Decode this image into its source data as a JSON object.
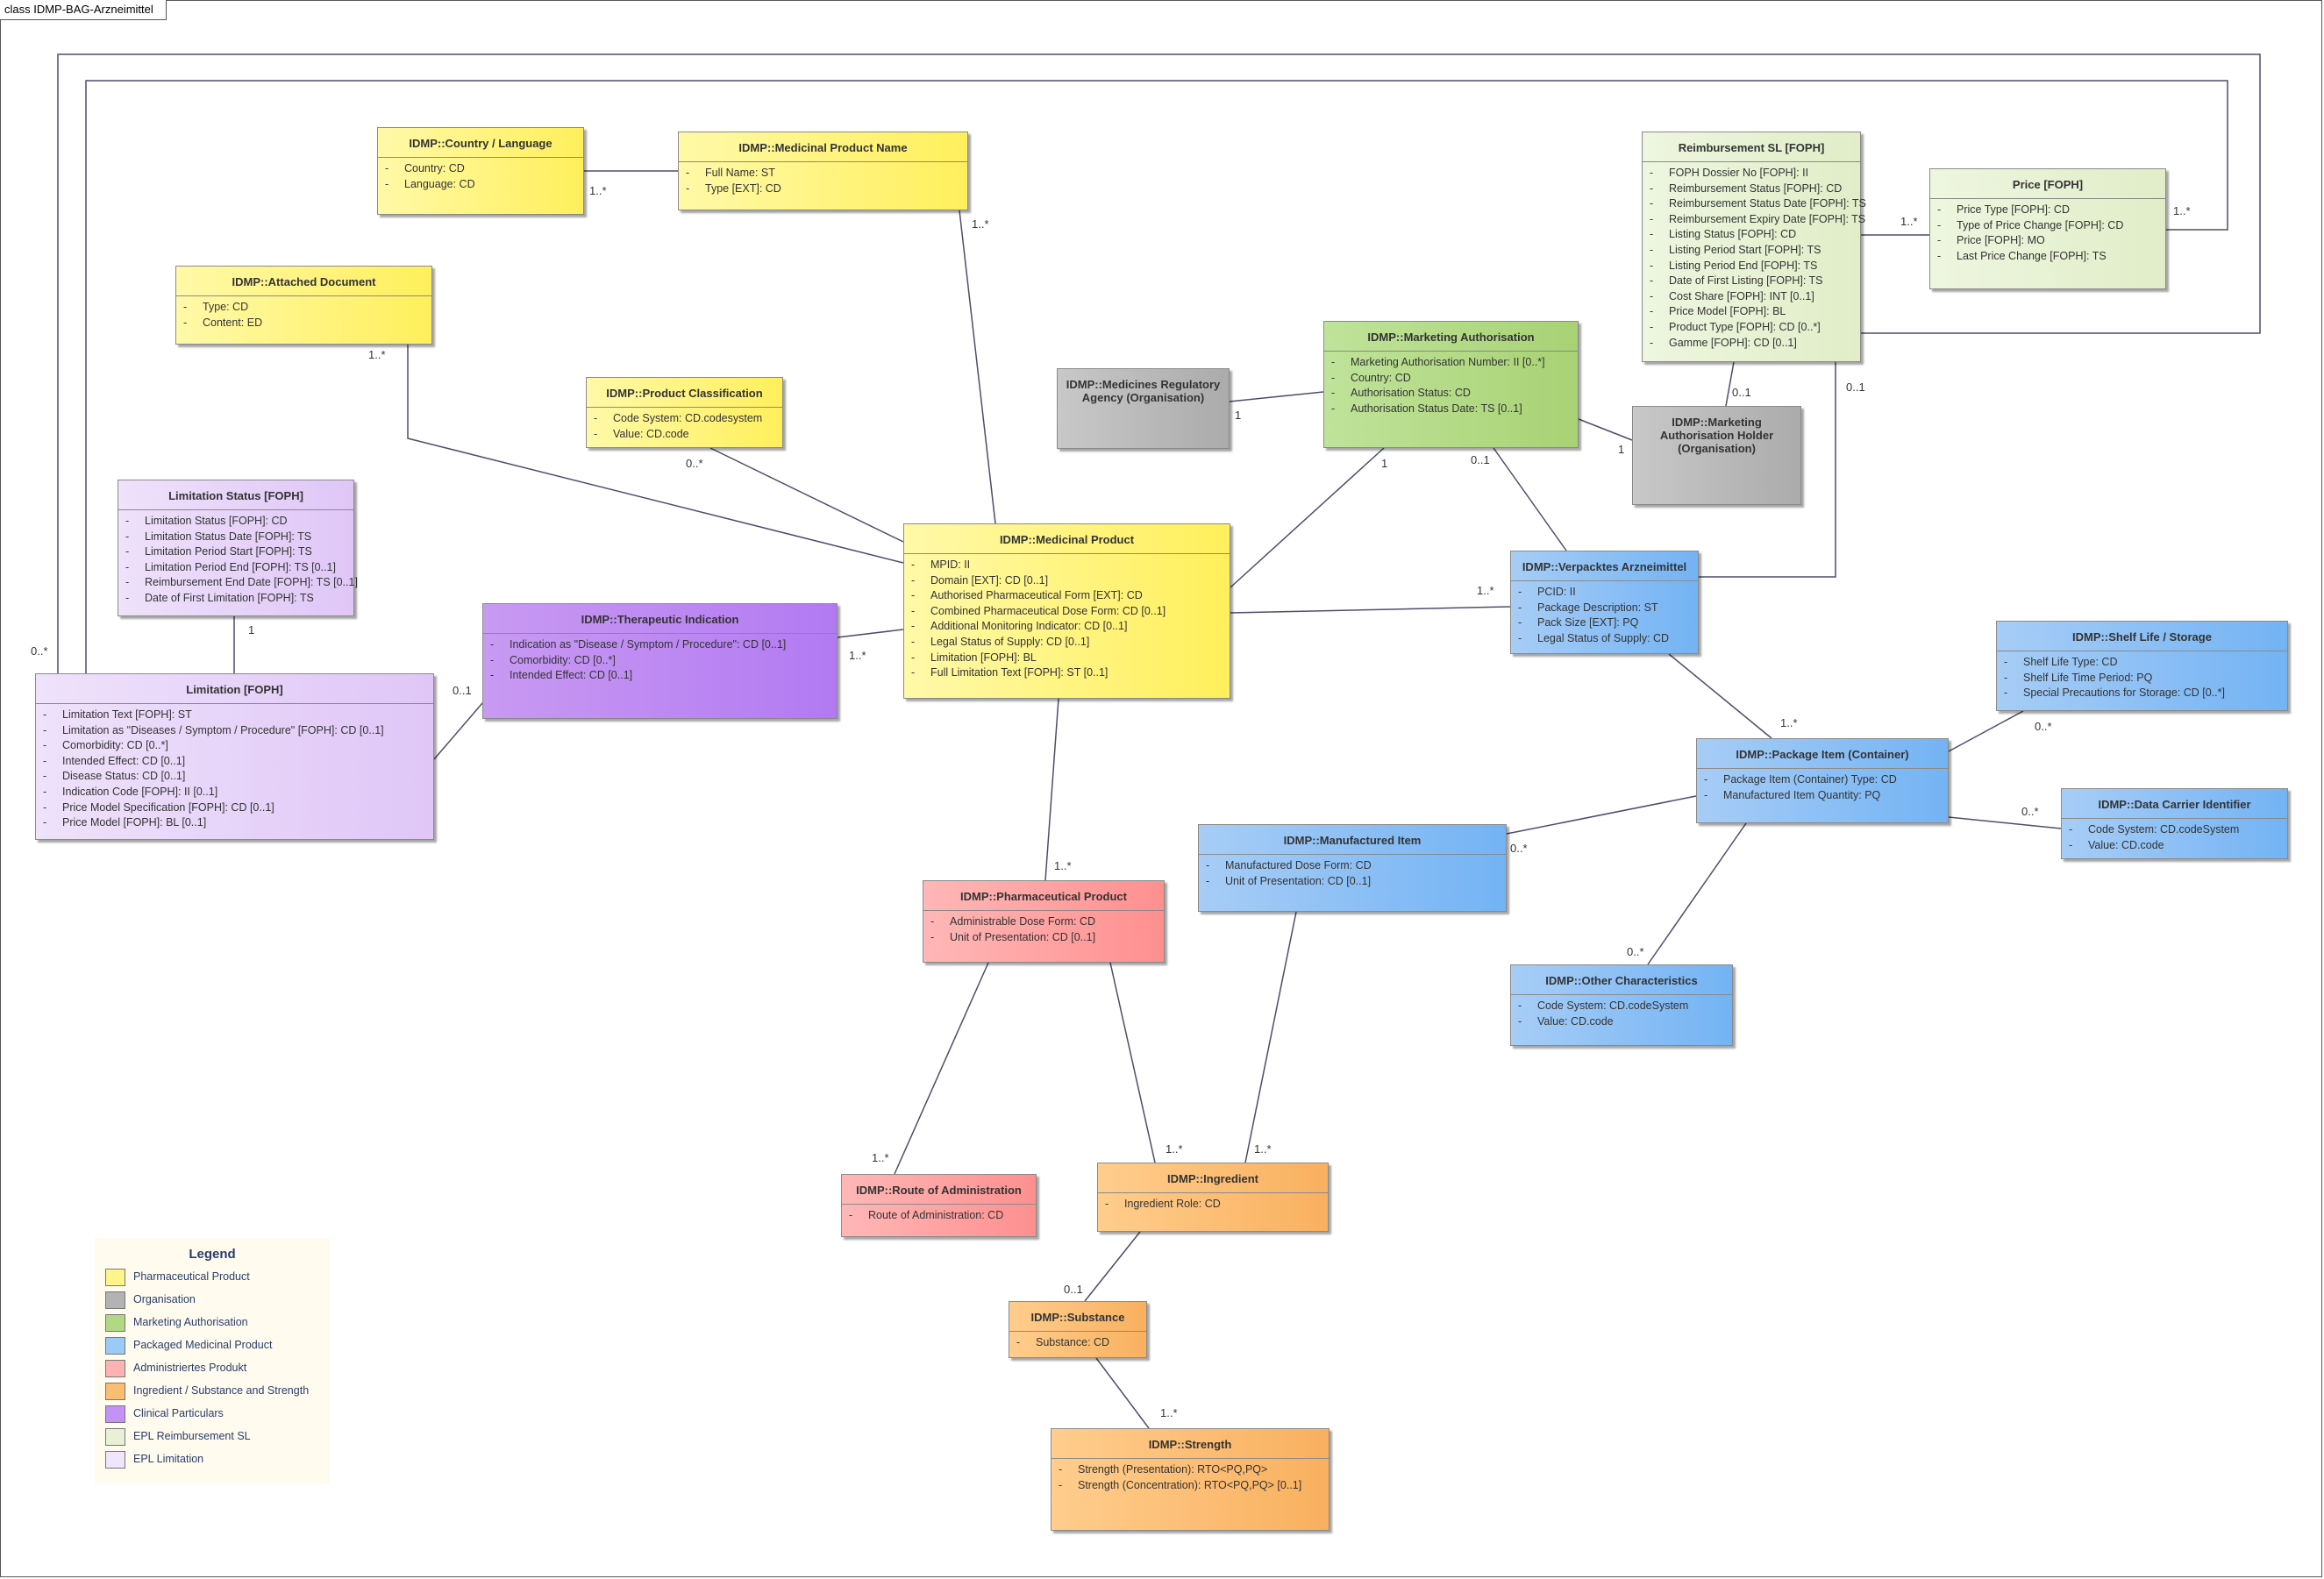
{
  "frame_title": "class IDMP-BAG-Arzneimittel",
  "classes": {
    "country_language": {
      "title": "IDMP::Country / Language",
      "attrs": [
        "Country: CD",
        "Language: CD"
      ]
    },
    "medicinal_product_name": {
      "title": "IDMP::Medicinal Product Name",
      "attrs": [
        "Full Name: ST",
        "Type [EXT]: CD"
      ]
    },
    "attached_document": {
      "title": "IDMP::Attached Document",
      "attrs": [
        "Type: CD",
        "Content: ED"
      ]
    },
    "product_classification": {
      "title": "IDMP::Product Classification",
      "attrs": [
        "Code System: CD.codesystem",
        "Value: CD.code"
      ]
    },
    "limitation_status": {
      "title": "Limitation Status [FOPH]",
      "attrs": [
        "Limitation Status [FOPH]: CD",
        "Limitation Status Date [FOPH]: TS",
        "Limitation Period Start [FOPH]: TS",
        "Limitation Period End [FOPH]: TS [0..1]",
        "Reimbursement End Date [FOPH]: TS [0..1]",
        "Date of First Limitation [FOPH]: TS"
      ]
    },
    "limitation": {
      "title": "Limitation [FOPH]",
      "attrs": [
        "Limitation Text [FOPH]: ST",
        "Limitation as \"Diseases / Symptom / Procedure\" [FOPH]: CD [0..1]",
        "Comorbidity: CD [0..*]",
        "Intended Effect: CD [0..1]",
        "Disease Status: CD [0..1]",
        "Indication Code [FOPH]: II [0..1]",
        "Price Model Specification [FOPH]: CD [0..1]",
        "Price Model [FOPH]: BL [0..1]"
      ]
    },
    "therapeutic_indication": {
      "title": "IDMP::Therapeutic Indication",
      "attrs": [
        "Indication as \"Disease / Symptom / Procedure\": CD [0..1]",
        "Comorbidity: CD [0..*]",
        "Intended Effect: CD [0..1]"
      ]
    },
    "medicinal_product": {
      "title": "IDMP::Medicinal Product",
      "attrs": [
        "MPID: II",
        "Domain [EXT]: CD [0..1]",
        "Authorised Pharmaceutical Form [EXT]: CD",
        "Combined Pharmaceutical Dose Form: CD [0..1]",
        "Additional Monitoring Indicator: CD [0..1]",
        "Legal Status of Supply: CD [0..1]",
        "Limitation [FOPH]: BL",
        "Full Limitation Text [FOPH]: ST [0..1]"
      ]
    },
    "regulatory_agency": {
      "title": "IDMP::Medicines Regulatory Agency (Organisation)",
      "attrs": []
    },
    "marketing_authorisation": {
      "title": "IDMP::Marketing Authorisation",
      "attrs": [
        "Marketing Authorisation Number: II [0..*]",
        "Country: CD",
        "Authorisation Status: CD",
        "Authorisation Status Date: TS [0..1]"
      ]
    },
    "ma_holder": {
      "title": "IDMP::Marketing Authorisation Holder (Organisation)",
      "attrs": []
    },
    "reimbursement": {
      "title": "Reimbursement SL [FOPH]",
      "attrs": [
        "FOPH Dossier No [FOPH]: II",
        "Reimbursement Status [FOPH]: CD",
        "Reimbursement Status Date [FOPH]: TS",
        "Reimbursement Expiry Date [FOPH]: TS",
        "Listing Status [FOPH]: CD",
        "Listing Period Start [FOPH]: TS",
        "Listing Period End [FOPH]: TS",
        "Date of First Listing [FOPH]: TS",
        "Cost Share [FOPH]: INT [0..1]",
        "Price Model [FOPH]: BL",
        "Product Type [FOPH]: CD [0..*]",
        "Gamme [FOPH]: CD [0..1]"
      ]
    },
    "price": {
      "title": "Price [FOPH]",
      "attrs": [
        "Price Type [FOPH]: CD",
        "Type of Price Change [FOPH]: CD",
        "Price [FOPH]: MO",
        "Last Price Change [FOPH]: TS"
      ]
    },
    "verpacktes": {
      "title": "IDMP::Verpacktes Arzneimittel",
      "attrs": [
        "PCID: II",
        "Package Description: ST",
        "Pack Size [EXT]: PQ",
        "Legal Status of Supply: CD"
      ]
    },
    "shelf_life": {
      "title": "IDMP::Shelf Life / Storage",
      "attrs": [
        "Shelf Life Type: CD",
        "Shelf Life Time Period: PQ",
        "Special Precautions for Storage: CD [0..*]"
      ]
    },
    "package_item": {
      "title": "IDMP::Package Item (Container)",
      "attrs": [
        "Package Item (Container) Type: CD",
        "Manufactured Item Quantity: PQ"
      ]
    },
    "data_carrier": {
      "title": "IDMP::Data Carrier Identifier",
      "attrs": [
        "Code System: CD.codeSystem",
        "Value: CD.code"
      ]
    },
    "manufactured_item": {
      "title": "IDMP::Manufactured Item",
      "attrs": [
        "Manufactured Dose Form: CD",
        "Unit of Presentation: CD [0..1]"
      ]
    },
    "other_characteristics": {
      "title": "IDMP::Other Characteristics",
      "attrs": [
        "Code System: CD.codeSystem",
        "Value: CD.code"
      ]
    },
    "pharmaceutical_product": {
      "title": "IDMP::Pharmaceutical Product",
      "attrs": [
        "Administrable Dose Form: CD",
        "Unit of Presentation: CD [0..1]"
      ]
    },
    "route": {
      "title": "IDMP::Route of Administration",
      "attrs": [
        "Route of Administration: CD"
      ]
    },
    "ingredient": {
      "title": "IDMP::Ingredient",
      "attrs": [
        "Ingredient Role: CD"
      ]
    },
    "substance": {
      "title": "IDMP::Substance",
      "attrs": [
        "Substance: CD"
      ]
    },
    "strength": {
      "title": "IDMP::Strength",
      "attrs": [
        "Strength (Presentation): RTO<PQ,PQ>",
        "Strength (Concentration): RTO<PQ,PQ> [0..1]"
      ]
    }
  },
  "multiplicities": {
    "country_name": "1..*",
    "name_mp": "1..*",
    "doc_mp": "1..*",
    "class_mp": "0..*",
    "lim_status_lim": "1",
    "lim_outer": "0..*",
    "lim_ther": "0..1",
    "ther_mp": "1..*",
    "agency_ma": "1",
    "ma_mp": "1",
    "ma_verp": "0..1",
    "ma_holder": "1",
    "holder_reimb": "0..1",
    "reimb_verp": "0..1",
    "reimb_price": "1..*",
    "price_outer": "1..*",
    "mp_verp": "1..*",
    "verp_pkg": "1..*",
    "pkg_shelf": "0..*",
    "pkg_carrier": "0..*",
    "pkg_manu": "0..*",
    "pkg_other": "0..*",
    "mp_pharm": "1..*",
    "pharm_route": "1..*",
    "pharm_ingr": "1..*",
    "manu_ingr": "1..*",
    "ingr_subst": "0..1",
    "subst_strength": "1..*"
  },
  "legend": {
    "title": "Legend",
    "items": [
      {
        "label": "Pharmaceutical Product",
        "color": "#fff48a"
      },
      {
        "label": "Organisation",
        "color": "#b3b3b3"
      },
      {
        "label": "Marketing Authorisation",
        "color": "#b1d983"
      },
      {
        "label": "Packaged Medicinal Product",
        "color": "#9ccaf6"
      },
      {
        "label": "Administriertes Produkt",
        "color": "#ffb2b2"
      },
      {
        "label": "Ingredient / Substance and Strength",
        "color": "#fbbd72"
      },
      {
        "label": "Clinical Particulars",
        "color": "#c491f5"
      },
      {
        "label": "EPL Reimbursement SL",
        "color": "#e8f1d6"
      },
      {
        "label": "EPL Limitation",
        "color": "#f1e5fb"
      }
    ]
  }
}
